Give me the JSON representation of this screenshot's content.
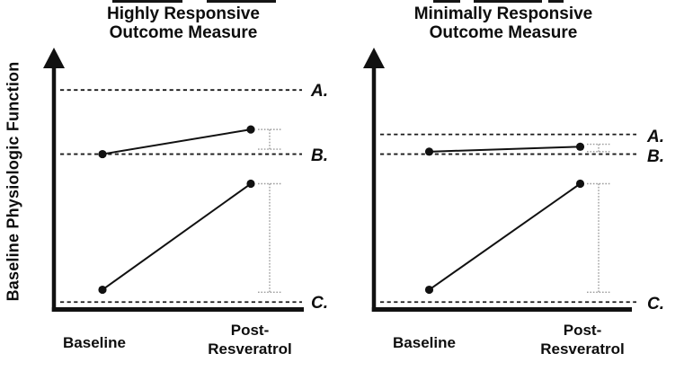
{
  "figure": {
    "y_axis_label": "Baseline Physiologic Function"
  },
  "chart_data": [
    {
      "type": "line",
      "panel": "left",
      "title": "Highly Responsive\nOutcome Measure",
      "ylabel": "Baseline Physiologic Function",
      "xlabel": "",
      "x_categories": [
        "Baseline",
        "Post-\nResveratrol"
      ],
      "y_units": "arbitrary units (schematic, unlabeled axis)",
      "ylim": [
        0,
        100
      ],
      "grid": false,
      "legend": "none",
      "reference_lines": [
        {
          "label": "A.",
          "value": 89,
          "style": "dashed"
        },
        {
          "label": "B.",
          "value": 63,
          "style": "dashed"
        },
        {
          "label": "C.",
          "value": 3,
          "style": "dashed"
        }
      ],
      "series": [
        {
          "name": "upper_line",
          "values": [
            63,
            73
          ]
        },
        {
          "name": "lower_line",
          "values": [
            8,
            51
          ]
        }
      ],
      "change_brackets": [
        {
          "series": "upper_line",
          "from": 65,
          "to": 73
        },
        {
          "series": "lower_line",
          "from": 7,
          "to": 51
        }
      ],
      "colors": {
        "lines": "#111111",
        "points": "#111111",
        "brackets": "#9c9c9c",
        "dashed_reference": "#1a1a1a"
      }
    },
    {
      "type": "line",
      "panel": "right",
      "title": "Minimally Responsive\nOutcome Measure",
      "ylabel": "Baseline Physiologic Function",
      "xlabel": "",
      "x_categories": [
        "Baseline",
        "Post-\nResveratrol"
      ],
      "y_units": "arbitrary units (schematic, unlabeled axis)",
      "ylim": [
        0,
        100
      ],
      "grid": false,
      "legend": "none",
      "reference_lines": [
        {
          "label": "A.",
          "value": 71,
          "style": "dashed"
        },
        {
          "label": "B.",
          "value": 63,
          "style": "dashed"
        },
        {
          "label": "C.",
          "value": 3,
          "style": "dashed"
        }
      ],
      "series": [
        {
          "name": "upper_line",
          "values": [
            64,
            66
          ]
        },
        {
          "name": "lower_line",
          "values": [
            8,
            51
          ]
        }
      ],
      "change_brackets": [
        {
          "series": "upper_line",
          "from": 64,
          "to": 67
        },
        {
          "series": "lower_line",
          "from": 7,
          "to": 51
        }
      ],
      "colors": {
        "lines": "#111111",
        "points": "#111111",
        "brackets": "#9c9c9c",
        "dashed_reference": "#1a1a1a"
      }
    }
  ]
}
